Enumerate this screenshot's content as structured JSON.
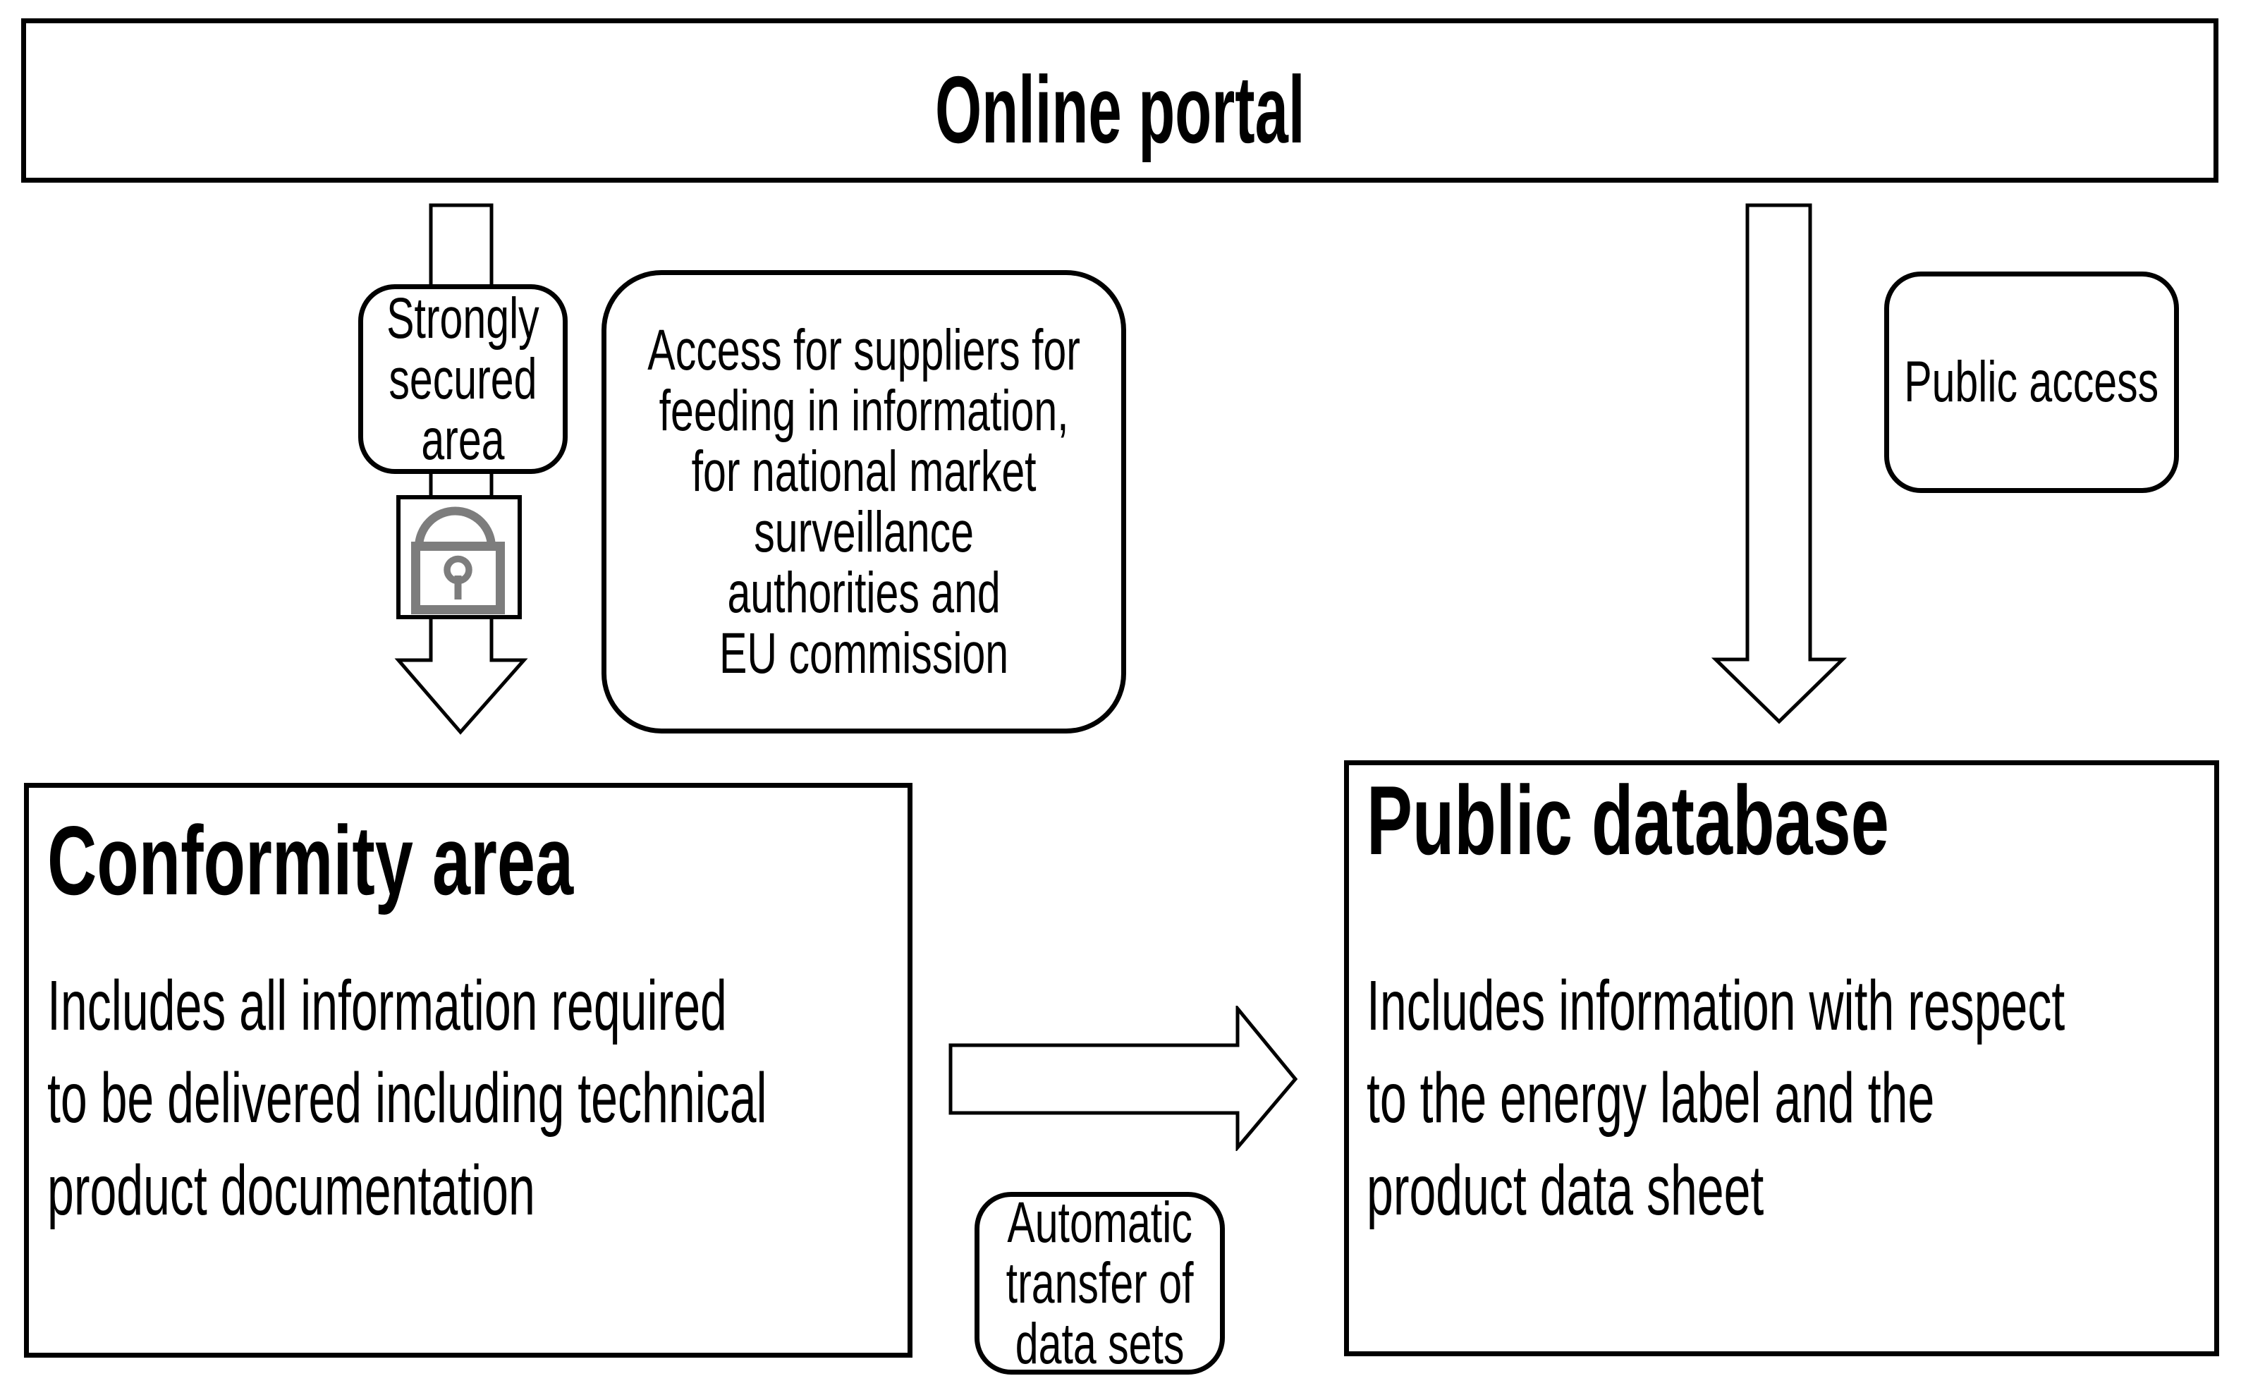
{
  "portal": {
    "title": "Online portal"
  },
  "left_flow": {
    "secured_area_label": "Strongly\nsecured\narea",
    "access_note": "Access for suppliers for\nfeeding in information,\nfor national market\nsurveillance\nauthorities and\nEU commission",
    "lock_icon": "padlock-icon"
  },
  "right_flow": {
    "public_access_label": "Public access"
  },
  "conformity": {
    "title": "Conformity area",
    "body": "Includes all information required\nto be delivered including technical\nproduct documentation"
  },
  "public_database": {
    "title": "Public database",
    "body": "Includes information with respect\nto the energy label and the\nproduct data sheet"
  },
  "transfer": {
    "label": "Automatic\ntransfer of\ndata sets"
  },
  "colors": {
    "stroke": "#000000",
    "background": "#ffffff",
    "lock_gray": "#7d7d7d"
  }
}
